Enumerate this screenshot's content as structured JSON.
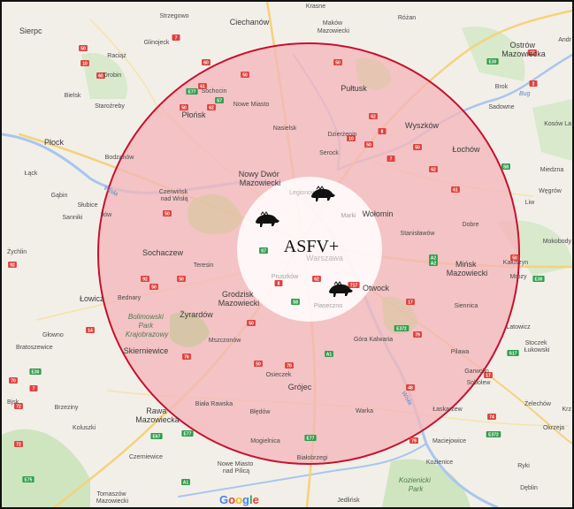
{
  "map": {
    "center_label": "ASFV+",
    "branding": "Google",
    "brand_colors": [
      "#4285F4",
      "#EA4335",
      "#FBBC05",
      "#4285F4",
      "#34A853",
      "#EA4335"
    ],
    "overlay": {
      "outer_fill": "#f4b6bb",
      "outer_stroke": "#c8102e",
      "inner_fill": "#ffffff"
    },
    "boar_icons": [
      "boar-icon",
      "boar-icon",
      "boar-icon"
    ],
    "places": {
      "krasne": "Krasne",
      "strzegowo": "Strzegowo",
      "ciechanow": "Ciechanów",
      "makow": "Maków\nMazowiecki",
      "rozan": "Różan",
      "sierpc": "Sierpc",
      "glinojeck": "Glinojeck",
      "raciaz": "Raciąż",
      "drobin": "Drobin",
      "ostrow": "Ostrów\nMazowiecka",
      "andr": "Andr",
      "brok": "Brok",
      "bug": "Bug",
      "sadowne": "Sadowne",
      "bielsk": "Bielsk",
      "staroznieby": "Staroźreby",
      "sochocin": "Sochocin",
      "nowe_miasto": "Nowe Miasto",
      "plonsk": "Płońsk",
      "pultusk": "Pułtusk",
      "nasielsk": "Nasielsk",
      "dzierzenin": "Dzierżenin",
      "wyszkow": "Wyszków",
      "kosow": "Kosów La",
      "plock": "Płock",
      "bodzanow": "Bodzanów",
      "serock": "Serock",
      "lochow": "Łochów",
      "lack": "Łąck",
      "miedzna": "Miedzna",
      "gabin": "Gąbin",
      "czerwinsk": "Czerwińsk\nnad Wisłą",
      "nowy_dwor": "Nowy Dwór\nMazowiecki",
      "legionowo": "Legionowo",
      "wegrow": "Węgrów",
      "liw": "Liw",
      "slubice": "Słubice",
      "sanniki": "Sanniki",
      "ilow": "Iłów",
      "marki": "Marki",
      "wolomin": "Wołomin",
      "dobre": "Dobre",
      "stanislawow": "Stanisławów",
      "zychlin": "Żychlin",
      "mokobody": "Mokobody",
      "sochaczew": "Sochaczew",
      "teresin": "Teresin",
      "warszawa": "Warszawa",
      "minsk": "Mińsk\nMazowiecki",
      "kaluszyn": "Kałuszyn",
      "mrozy": "Mrozy",
      "pruszkow": "Pruszków",
      "lowicz": "Łowicz",
      "bednary": "Bednary",
      "grodzisk": "Grodzisk\nMazowiecki",
      "otwock": "Otwock",
      "siennica": "Siennica",
      "piaseczno": "Piaseczno",
      "latowicz": "Latowicz",
      "bolimowski": "Bolimowski\nPark\nKrajobrazowy",
      "zyrardow": "Żyrardów",
      "glowno": "Głowno",
      "skierniewice": "Skierniewice",
      "mszczonow": "Mszczonów",
      "gora_kalwaria": "Góra Kalwaria",
      "pilawa": "Pilawa",
      "stoczek": "Stoczek\nŁukowski",
      "brzeziny_pow": "Bratoszewice",
      "osieczek": "Osieczek",
      "grojec": "Grójec",
      "garwolin": "Garwolin",
      "sobolew": "Sobolew",
      "biala_rawska": "Biała Rawska",
      "zelechow": "Żelechów",
      "bjsk": "Bjsk",
      "brzeziny": "Brzeziny",
      "bledow": "Błędów",
      "warka": "Warka",
      "laskarzew": "Łaskarzew",
      "krz": "Krz",
      "rawa": "Rawa\nMazowiecka",
      "koluszki": "Koluszki",
      "mogielnica": "Mogielnica",
      "maciejowice": "Maciejowice",
      "okrzeja": "Okrzeja",
      "czerniewice": "Czerniewice",
      "bialobrzegi": "Białobrzegi",
      "nowe_miasto_pilica": "Nowe Miasto\nnad Pilicą",
      "kozienice": "Kozienice",
      "ryki": "Ryki",
      "tomaszow": "Tomaszów\nMazowiecki",
      "jedlinsk": "Jedlińsk",
      "kozienicki": "Kozienicki\nPark",
      "deblin": "Dęblin"
    },
    "rivers": {
      "wisla_west": "Wisła",
      "wisla_south": "Wisła",
      "bug": "Bug"
    },
    "road_badges": [
      "50",
      "10",
      "60",
      "7",
      "60",
      "61",
      "50",
      "62",
      "S7",
      "50",
      "50",
      "E77",
      "62",
      "8",
      "10",
      "50",
      "7",
      "50",
      "62",
      "61",
      "S8",
      "2",
      "E30",
      "50",
      "92",
      "A2",
      "50",
      "50",
      "S7",
      "8",
      "50",
      "92",
      "50",
      "E30",
      "A2",
      "E372",
      "717",
      "62",
      "50",
      "S8",
      "50",
      "70",
      "A1",
      "79",
      "76",
      "17",
      "E30",
      "14",
      "70",
      "7",
      "E77",
      "72",
      "72",
      "E75",
      "A1",
      "E67",
      "48",
      "79",
      "E77",
      "E372",
      "17",
      "S17",
      "74"
    ]
  }
}
